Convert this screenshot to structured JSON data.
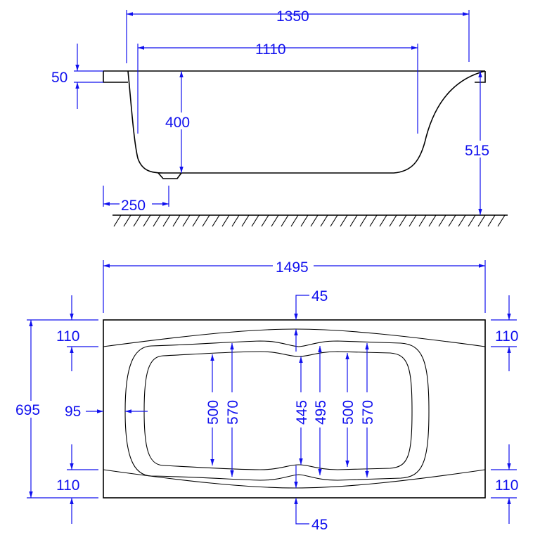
{
  "side_view": {
    "overall_length": "1350",
    "inner_length": "1110",
    "rim_thickness": "50",
    "depth": "400",
    "height_from_floor": "515",
    "foot_offset": "250"
  },
  "top_view": {
    "overall_length": "1495",
    "overall_width": "695",
    "rim_top_left": "110",
    "rim_bottom_left": "110",
    "rim_top_right": "110",
    "rim_bottom_right": "110",
    "end_rim": "95",
    "curve_offset_top": "45",
    "curve_offset_bottom": "45",
    "inner_width_left": "500",
    "outer_width_left": "570",
    "inner_width_center": "445",
    "outer_width_center": "495",
    "inner_width_right": "500",
    "outer_width_right": "570"
  },
  "colors": {
    "dimension": "#1010ee",
    "outline": "#000000"
  }
}
